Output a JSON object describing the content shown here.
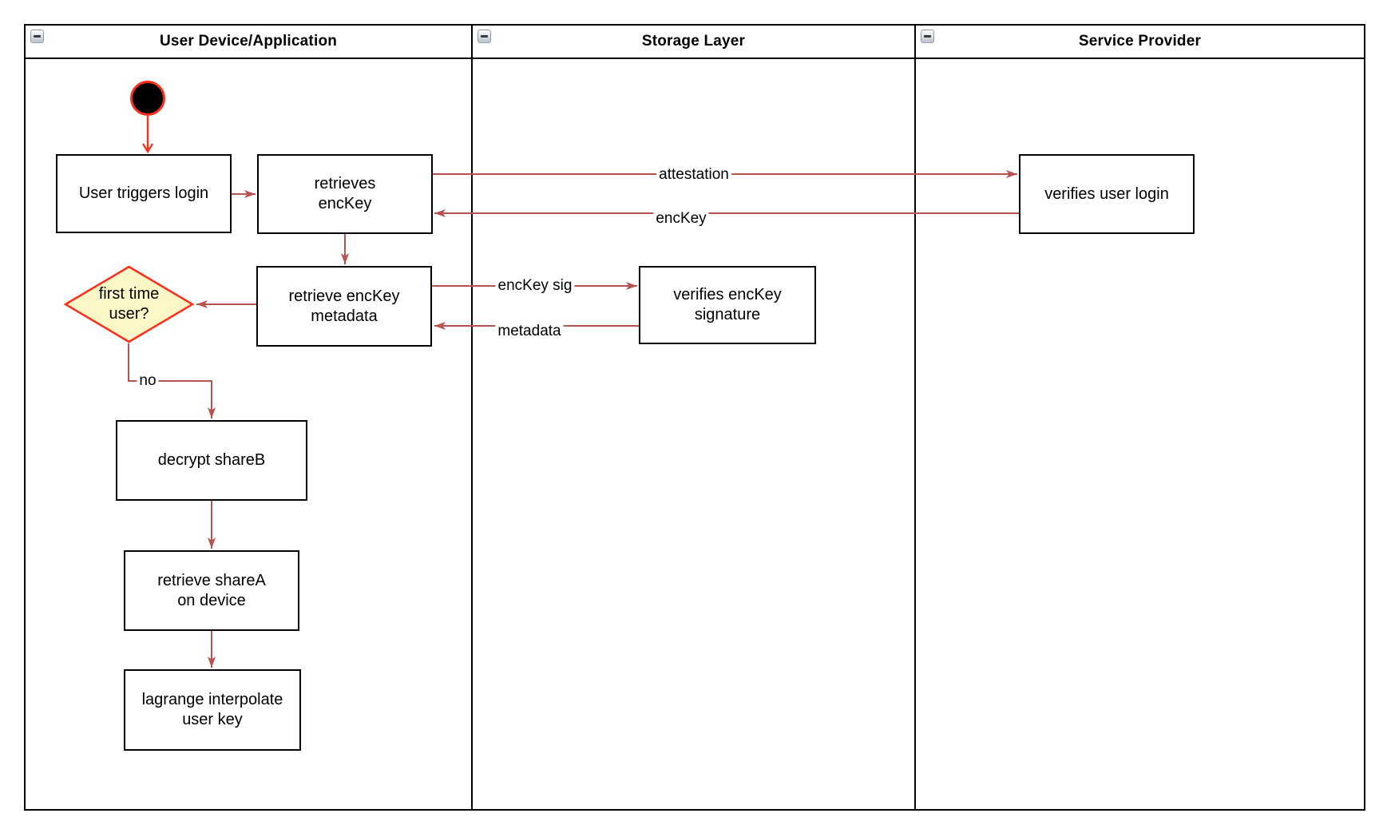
{
  "lanes": [
    {
      "title": "User Device/Application"
    },
    {
      "title": "Storage Layer"
    },
    {
      "title": "Service Provider"
    }
  ],
  "nodes": {
    "start": {
      "type": "initial node"
    },
    "user_triggers_login": {
      "label": "User triggers login"
    },
    "retrieves_enckey": {
      "label": "retrieves\nencKey"
    },
    "verifies_user_login": {
      "label": "verifies user login"
    },
    "retrieve_enckey_metadata": {
      "label": "retrieve encKey\nmetadata"
    },
    "verifies_enckey_signature": {
      "label": "verifies encKey\nsignature"
    },
    "first_time_user": {
      "label": "first time\nuser?"
    },
    "decrypt_shareb": {
      "label": "decrypt shareB"
    },
    "retrieve_sharea": {
      "label": "retrieve shareA\non device"
    },
    "lagrange_interpolate": {
      "label": "lagrange interpolate\nuser key"
    }
  },
  "edge_labels": {
    "attestation": "attestation",
    "enckey": "encKey",
    "enckey_sig": "encKey sig",
    "metadata": "metadata",
    "no": "no"
  },
  "colors": {
    "edge": "#B85450",
    "highlight": "#FF2D19",
    "decision-fill": "#FBF7C6",
    "node-border": "#000000",
    "canvas-bg": "#FFFFFF"
  }
}
